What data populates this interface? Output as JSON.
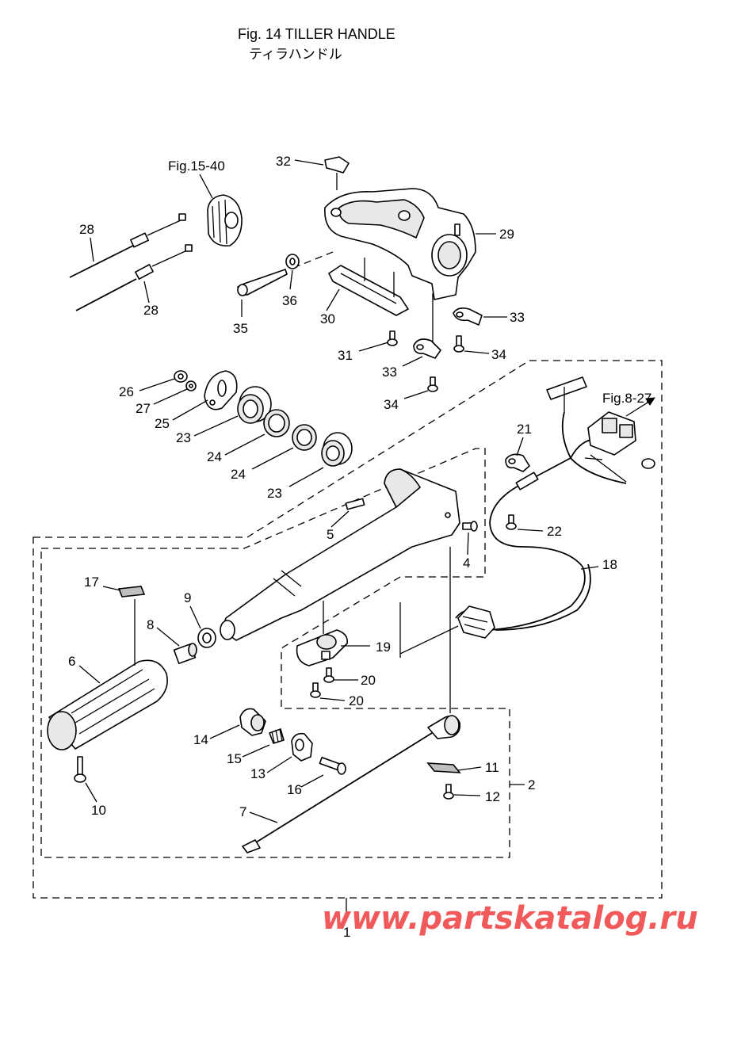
{
  "figure": {
    "title": "Fig. 14  TILLER HANDLE",
    "subtitle_jp": "ティラハンドル"
  },
  "references": {
    "fig15": "Fig.15-40",
    "fig8": "Fig.8-27"
  },
  "callouts": {
    "c1": "1",
    "c2": "2",
    "c4": "4",
    "c5": "5",
    "c6": "6",
    "c7": "7",
    "c8": "8",
    "c9": "9",
    "c10": "10",
    "c11": "11",
    "c12": "12",
    "c13": "13",
    "c14": "14",
    "c15": "15",
    "c16": "16",
    "c17": "17",
    "c18": "18",
    "c19": "19",
    "c20a": "20",
    "c20b": "20",
    "c21": "21",
    "c22": "22",
    "c23a": "23",
    "c23b": "23",
    "c24a": "24",
    "c24b": "24",
    "c25": "25",
    "c26": "26",
    "c27": "27",
    "c28a": "28",
    "c28b": "28",
    "c29": "29",
    "c30": "30",
    "c31": "31",
    "c32": "32",
    "c33a": "33",
    "c33b": "33",
    "c34a": "34",
    "c34b": "34",
    "c35": "35",
    "c36": "36"
  },
  "watermark": "www.partskatalog.ru"
}
